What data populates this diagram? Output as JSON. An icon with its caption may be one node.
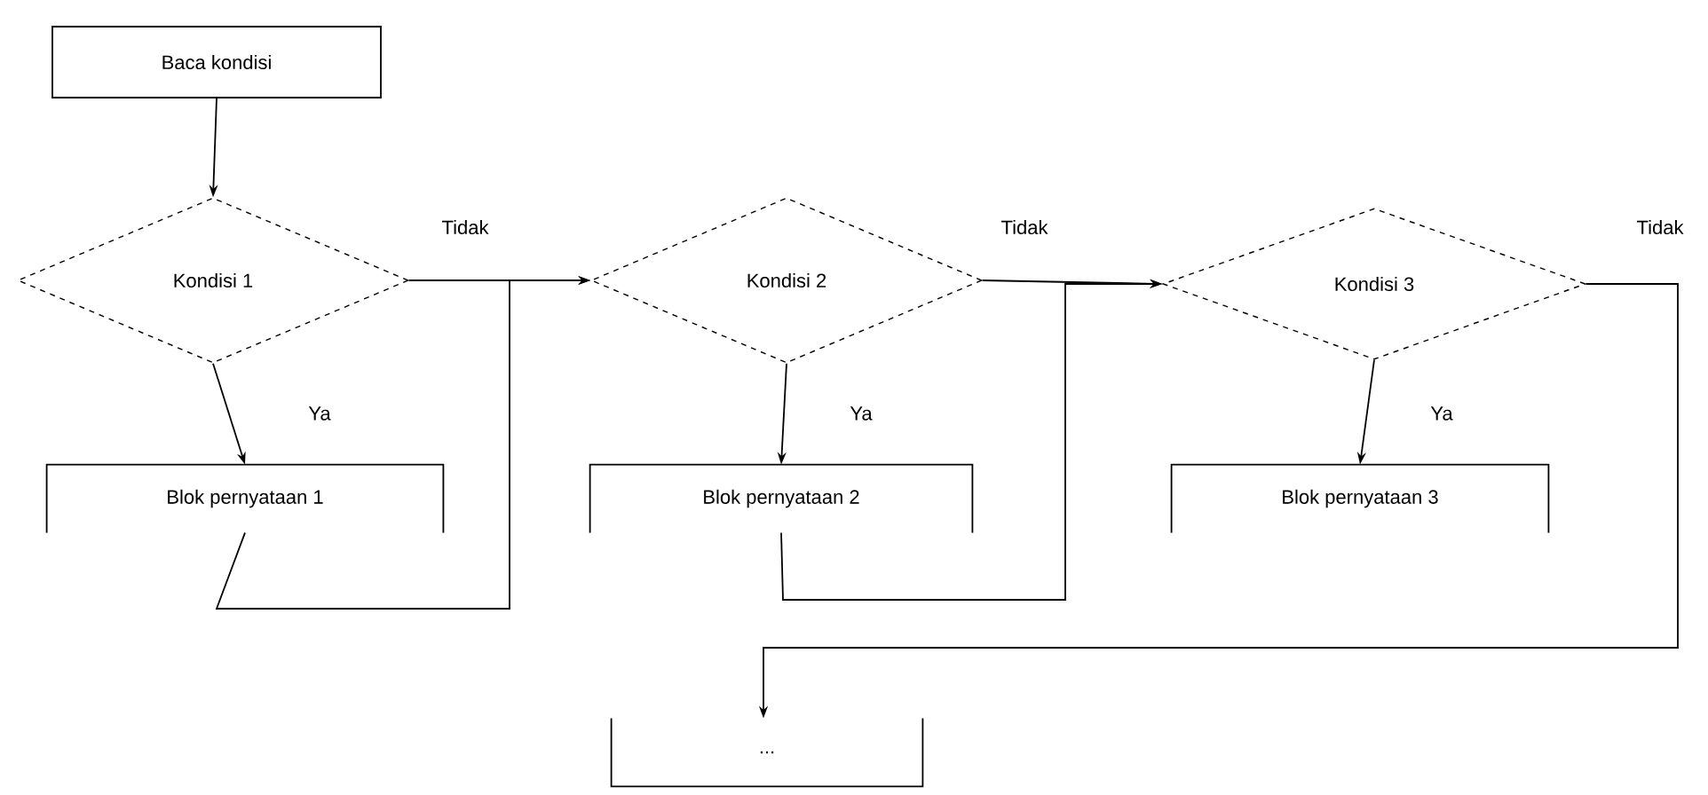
{
  "diagram": {
    "nodes": [
      {
        "text": [
          "Baca kondisi"
        ]
      },
      {
        "text": [
          "Kondisi 1"
        ]
      },
      {
        "text": [
          "Kondisi 2"
        ]
      },
      {
        "text": [
          "Kondisi 3"
        ]
      },
      {
        "text": [
          "Blok pernyataan 1"
        ]
      },
      {
        "text": [
          "Blok pernyataan 2"
        ]
      },
      {
        "text": [
          "Blok pernyataan 3"
        ]
      },
      {
        "text": [
          "..."
        ]
      }
    ],
    "edges": [
      {
        "from": 0,
        "to": 1,
        "arrow": "to"
      },
      {
        "from": 1,
        "to": 4,
        "arrow": "to",
        "label": "Ya"
      },
      {
        "from": 1,
        "to": 2,
        "arrow": "to",
        "label": "Tidak"
      },
      {
        "from": 4,
        "to": 2,
        "arrow": "to"
      },
      {
        "from": 2,
        "to": 5,
        "arrow": "to",
        "label": "Ya"
      },
      {
        "from": 2,
        "to": 3,
        "arrow": "to",
        "label": "Tidak"
      },
      {
        "from": 5,
        "to": 3,
        "arrow": "to"
      },
      {
        "from": 3,
        "to": 6,
        "arrow": "to",
        "label": "Ya"
      },
      {
        "from": 3,
        "to": 7,
        "arrow": "to",
        "label": "Tidak"
      }
    ]
  }
}
